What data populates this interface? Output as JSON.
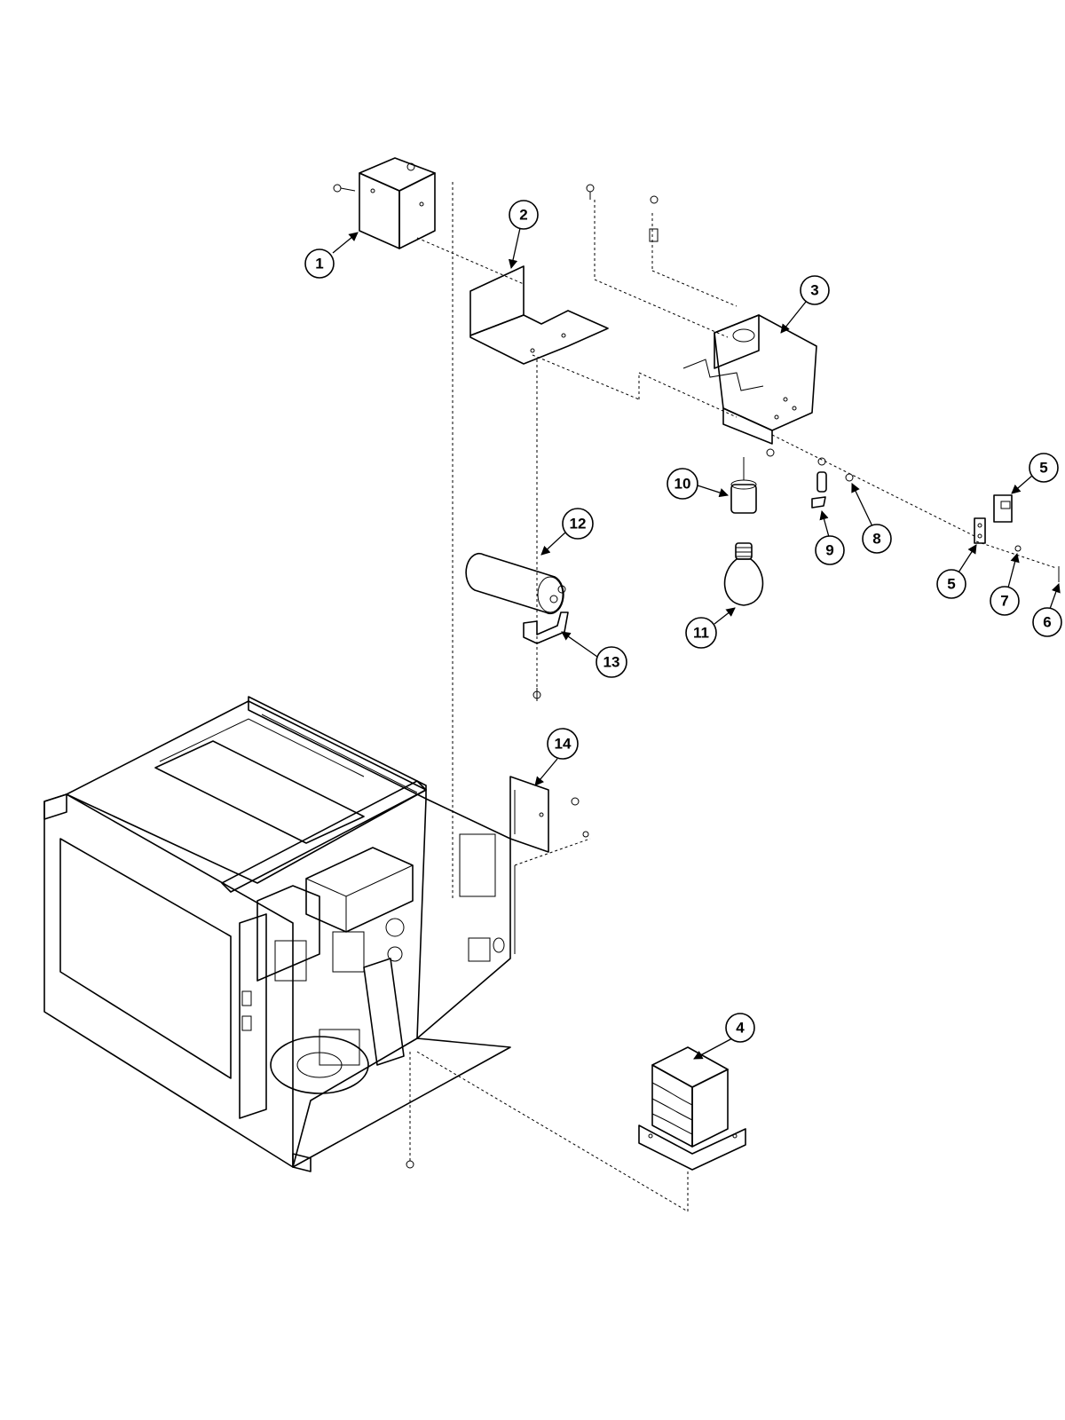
{
  "callouts": [
    {
      "label": "1"
    },
    {
      "label": "2"
    },
    {
      "label": "3"
    },
    {
      "label": "4"
    },
    {
      "label": "5"
    },
    {
      "label": "5"
    },
    {
      "label": "6"
    },
    {
      "label": "7"
    },
    {
      "label": "8"
    },
    {
      "label": "9"
    },
    {
      "label": "10"
    },
    {
      "label": "11"
    },
    {
      "label": "12"
    },
    {
      "label": "13"
    },
    {
      "label": "14"
    }
  ]
}
